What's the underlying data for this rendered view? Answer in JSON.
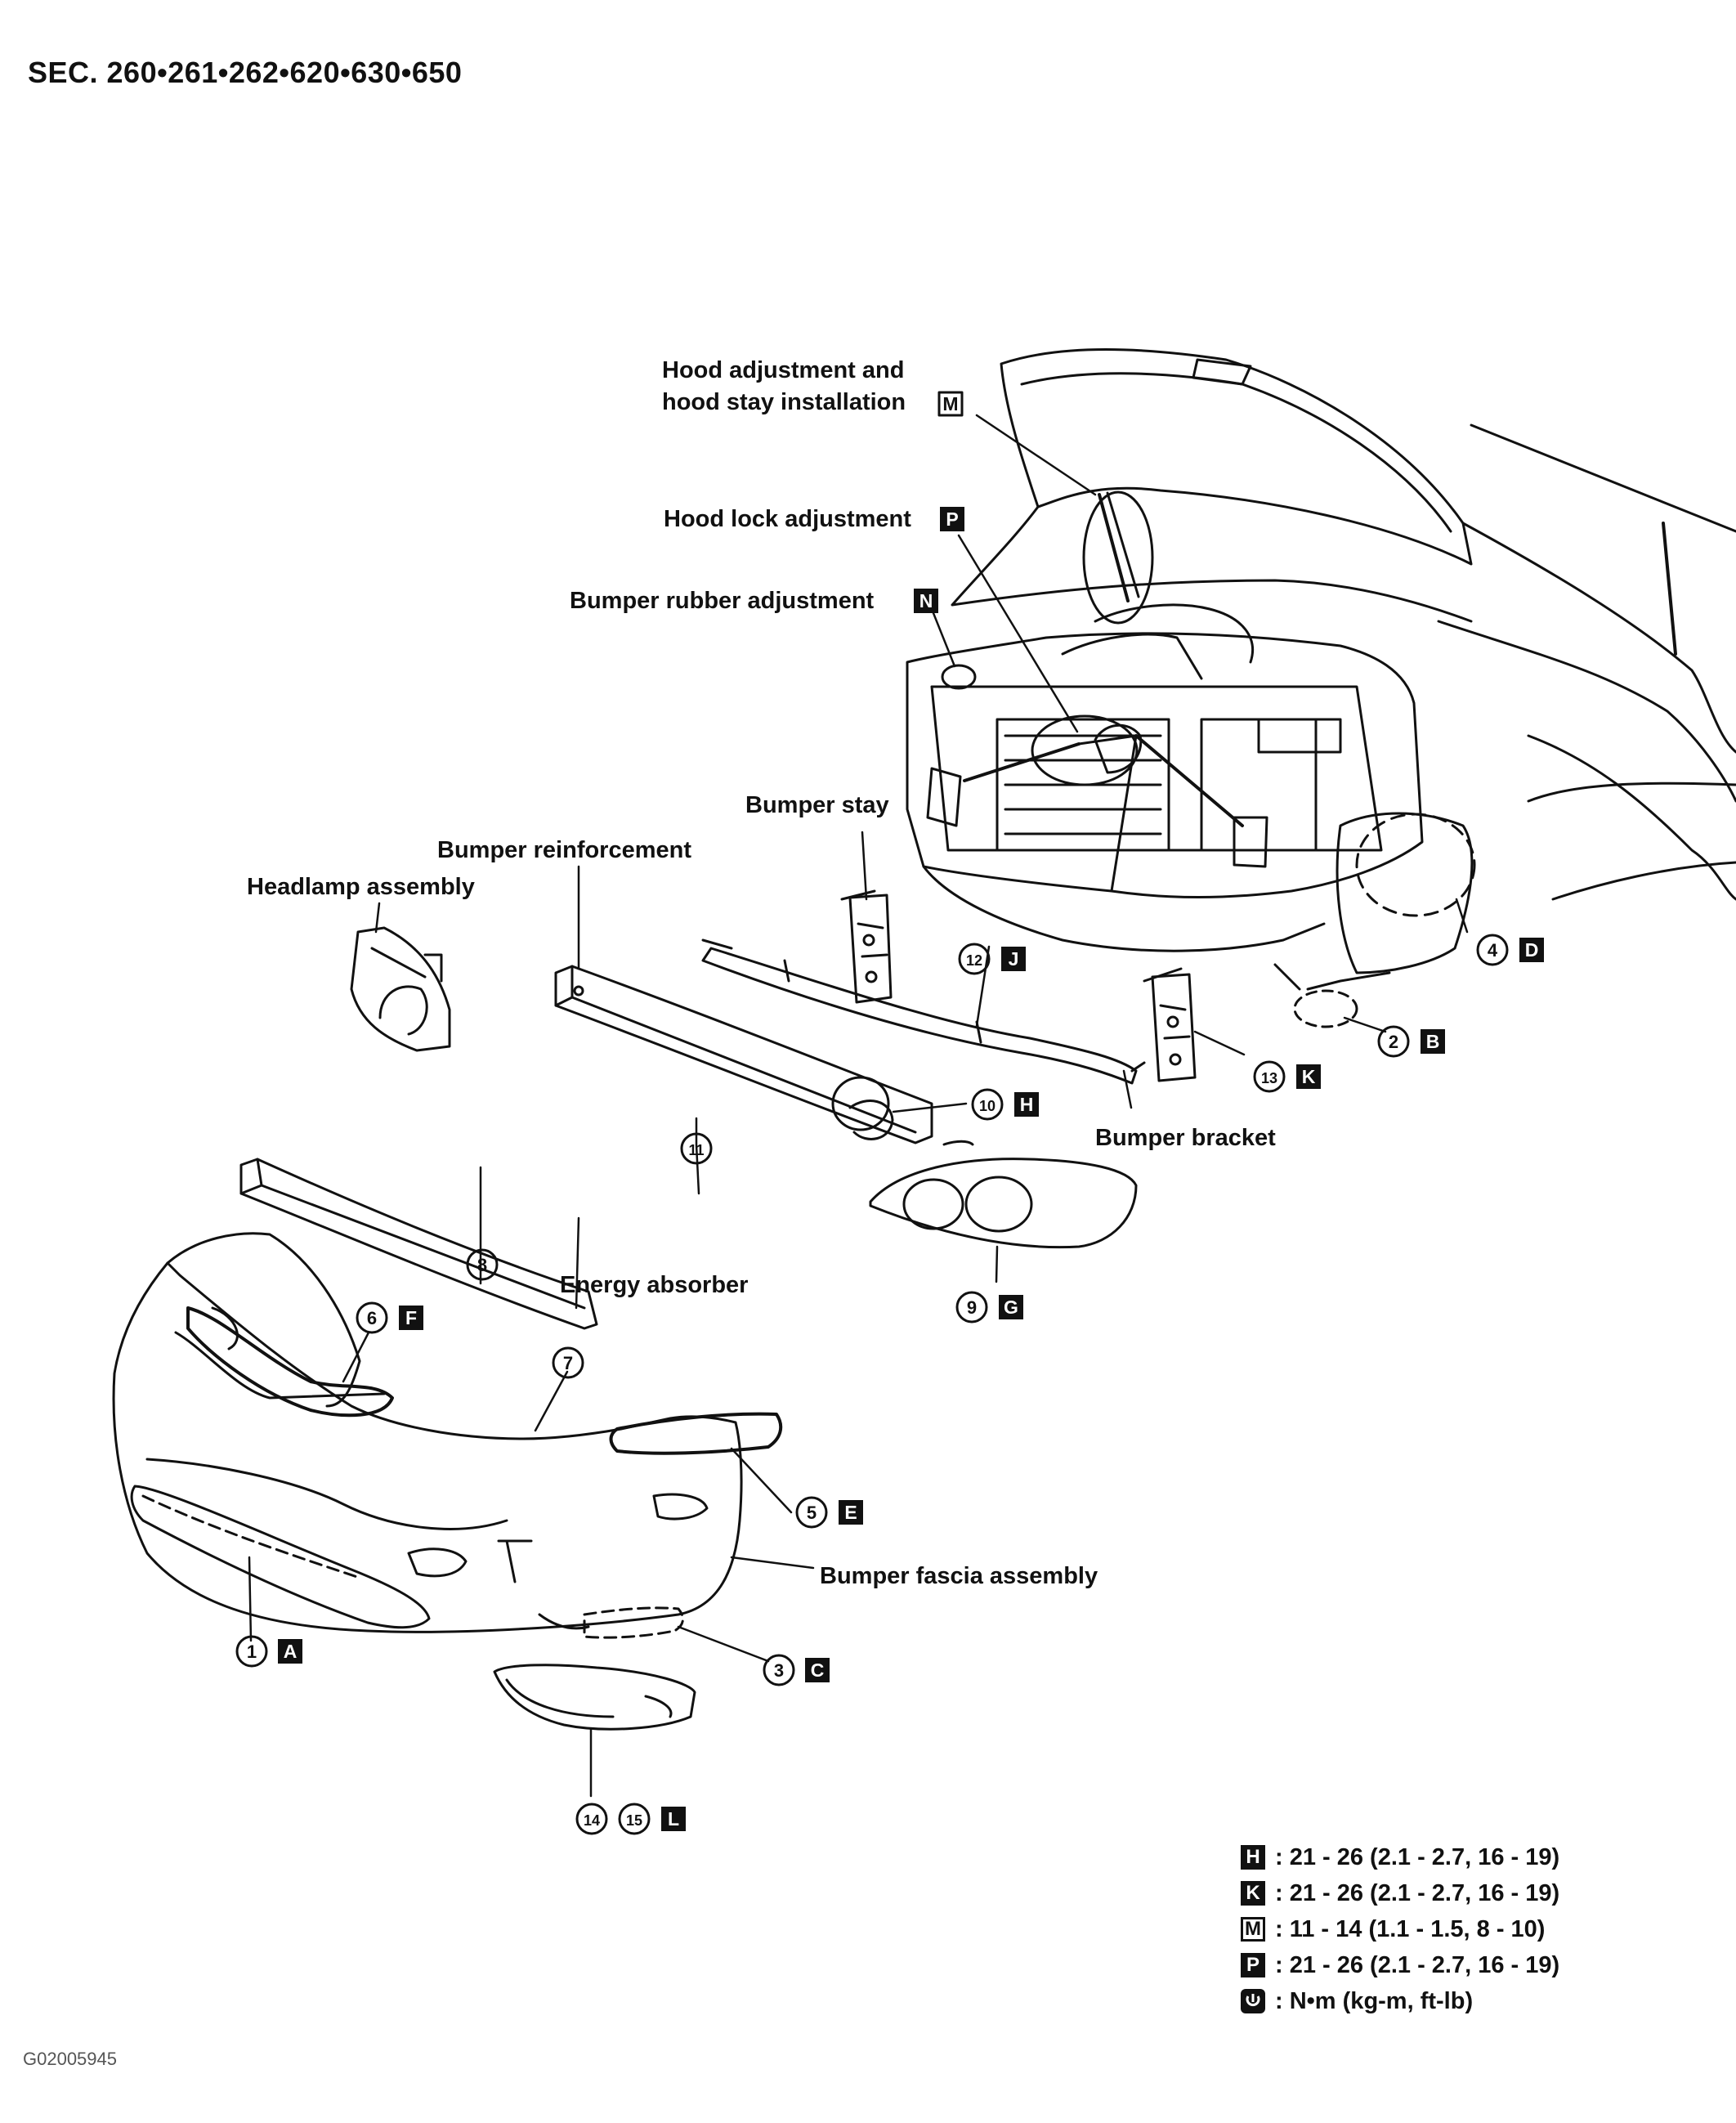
{
  "header": {
    "section": "SEC. 260•261•262•620•630•650"
  },
  "figure_code": "G02005945",
  "callouts": {
    "hood_adjust_1": "Hood adjustment and",
    "hood_adjust_2": "hood stay installation",
    "hood_lock": "Hood lock adjustment",
    "bumper_rubber": "Bumper rubber adjustment",
    "bumper_stay": "Bumper stay",
    "bumper_reinforcement": "Bumper reinforcement",
    "headlamp": "Headlamp assembly",
    "bumper_bracket": "Bumper bracket",
    "energy_absorber": "Energy absorber",
    "bumper_fascia": "Bumper fascia assembly"
  },
  "parts": [
    {
      "num": "1",
      "letter": "A"
    },
    {
      "num": "2",
      "letter": "B"
    },
    {
      "num": "3",
      "letter": "C"
    },
    {
      "num": "4",
      "letter": "D"
    },
    {
      "num": "5",
      "letter": "E"
    },
    {
      "num": "6",
      "letter": "F"
    },
    {
      "num": "7",
      "letter": ""
    },
    {
      "num": "8",
      "letter": ""
    },
    {
      "num": "9",
      "letter": "G"
    },
    {
      "num": "10",
      "letter": "H"
    },
    {
      "num": "11",
      "letter": ""
    },
    {
      "num": "12",
      "letter": "J"
    },
    {
      "num": "13",
      "letter": "K"
    },
    {
      "num": "14",
      "letter": ""
    },
    {
      "num": "15",
      "letter": "L"
    }
  ],
  "callout_keys": {
    "hood": "M",
    "lock": "P",
    "rubber": "N"
  },
  "legend": [
    {
      "key": "H",
      "text": ": 21 - 26 (2.1 - 2.7, 16 - 19)"
    },
    {
      "key": "K",
      "text": ": 21 - 26 (2.1 - 2.7, 16 - 19)"
    },
    {
      "key": "M",
      "text": ": 11 - 14 (1.1 - 1.5, 8 - 10)"
    },
    {
      "key": "P",
      "text": ": 21 - 26 (2.1 - 2.7, 16 - 19)"
    }
  ],
  "legend_units": ": N•m (kg-m, ft-lb)"
}
